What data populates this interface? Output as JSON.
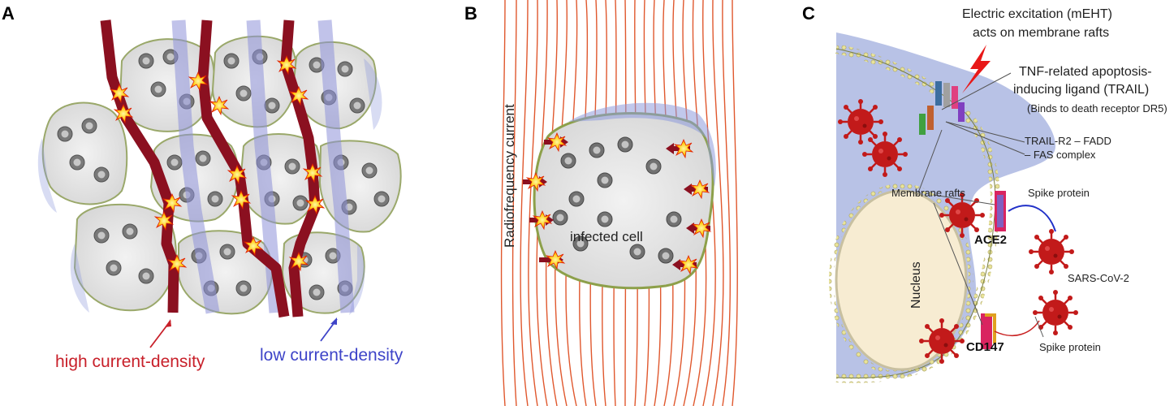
{
  "panels": {
    "a": {
      "label": "A",
      "high_label": "high current-density",
      "low_label": "low current-density",
      "colors": {
        "high": "#8b1020",
        "low": "#8e92d8",
        "high_text": "#c8202a",
        "low_text": "#3e44c8"
      }
    },
    "b": {
      "label": "B",
      "current_label": "Radiofrequency current",
      "cell_label": "infected cell",
      "colors": {
        "field_lines": "#e0582e"
      }
    },
    "c": {
      "label": "C",
      "title_line1": "Electric excitation (mEHT)",
      "title_line2": "acts on membrane rafts",
      "trail_line1": "TNF-related apoptosis-",
      "trail_line2": "inducing ligand (TRAIL)",
      "trail_line3": "(Binds to death receptor DR5)",
      "complex_line1": "TRAIL-R2 – FADD",
      "complex_line2": "– FAS complex",
      "membrane_rafts": "Membrane rafts",
      "spike_top": "Spike protein",
      "ace2": "ACE2",
      "sars": "SARS-CoV-2",
      "nucleus": "Nucleus",
      "cd147": "CD147",
      "spike_bottom": "Spike protein",
      "colors": {
        "virus": "#c21a1a",
        "membrane": "#b8c2e6",
        "nucleus": "#f7ecd2"
      }
    }
  }
}
